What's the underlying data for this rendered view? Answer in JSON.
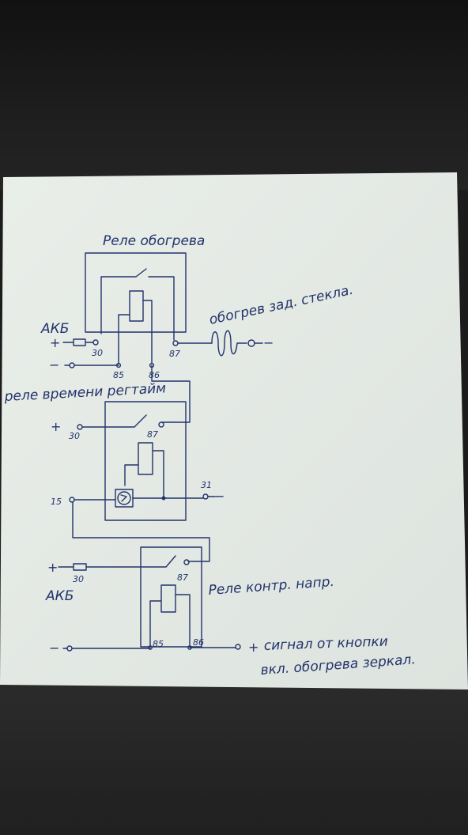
{
  "labels": {
    "relay_heating": "Реле обогрева",
    "rear_glass_heating": "обогрев зад. стекла.",
    "akb_top": "АКБ",
    "relay_timer": "реле времени регтайм",
    "relay_control": "Реле контр. напр.",
    "akb_bottom": "АКБ",
    "signal_line1": "сигнал от кнопки",
    "signal_line2": "вкл. обогрева зеркал."
  },
  "pins": {
    "r1_30": "30",
    "r1_85": "85",
    "r1_86": "86",
    "r1_87": "87",
    "r2_30": "30",
    "r2_87": "87",
    "r2_15": "15",
    "r2_31": "31",
    "r3_30": "30",
    "r3_87": "87",
    "r3_85": "85",
    "r3_86": "86"
  },
  "signs": {
    "plus_akb_top": "+",
    "minus_top": "−",
    "minus_heater": "−",
    "plus_timer_30": "+",
    "minus_31": "−",
    "plus_akb_bottom": "+",
    "minus_bottom": "−",
    "plus_signal": "+"
  },
  "colors": {
    "ink": "#23336b",
    "paper": "#e6ebe6",
    "background": "#1c1c1c"
  }
}
